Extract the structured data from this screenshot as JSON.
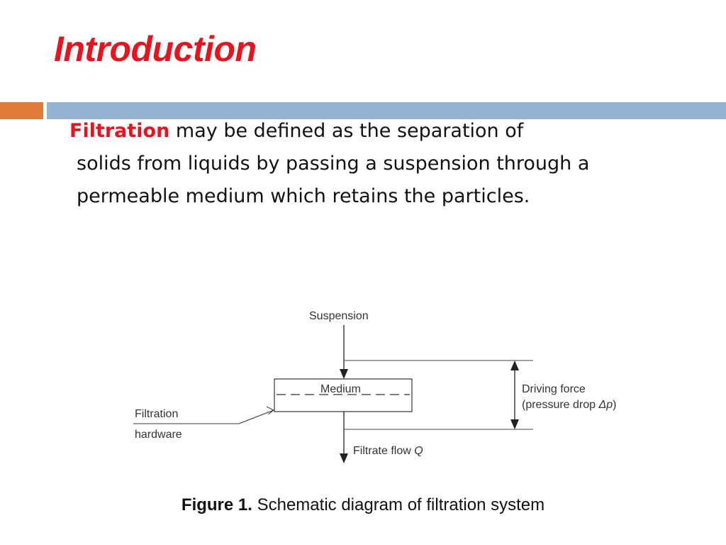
{
  "slide": {
    "title": "Introduction",
    "accent_color": "#e8141d",
    "rule_colors": {
      "left": "#e07b3c",
      "right": "#93b5d3"
    }
  },
  "body": {
    "term": "Filtration",
    "line1_rest": " may be defined as the separation of",
    "line2": "solids from liquids by passing a suspension through a",
    "line3": "permeable medium which retains the particles."
  },
  "diagram": {
    "suspension_label": "Suspension",
    "medium_label": "Medium",
    "hardware_label_line1": "Filtration",
    "hardware_label_line2": "hardware",
    "driving_force_line1": "Driving force",
    "driving_force_line2_prefix": "(pressure drop ",
    "driving_force_symbol": "Δp",
    "driving_force_line2_suffix": ")",
    "filtrate_label": "Filtrate flow ",
    "filtrate_symbol": "Q"
  },
  "caption": {
    "label": "Figure 1.",
    "text": " Schematic diagram of filtration system"
  }
}
